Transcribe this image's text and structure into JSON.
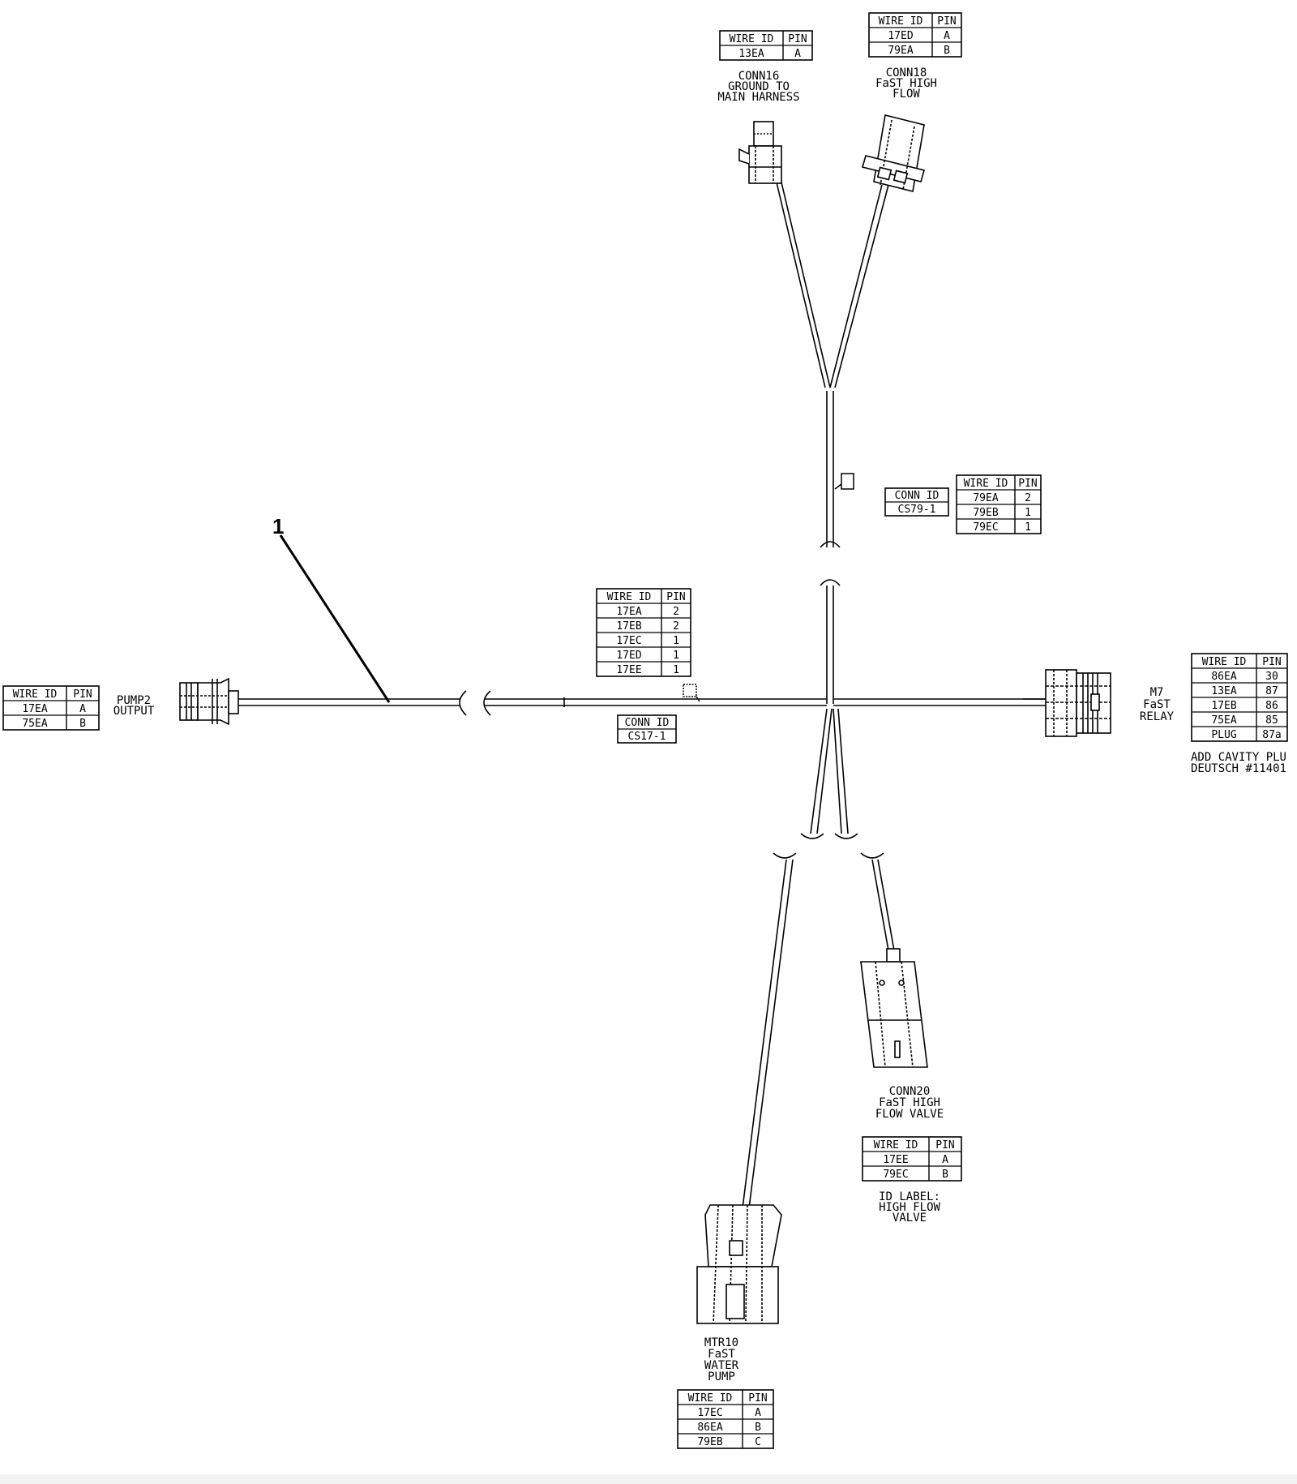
{
  "callout": "1",
  "header_wire": "WIRE ID",
  "header_pin": "PIN",
  "header_conn": "CONN ID",
  "connectors": {
    "conn16": {
      "label": [
        "CONN16",
        "GROUND TO",
        "MAIN HARNESS"
      ],
      "wires": [
        [
          "13EA",
          "A"
        ]
      ]
    },
    "conn18": {
      "label": [
        "CONN18",
        "FaST HIGH",
        "FLOW"
      ],
      "wires": [
        [
          "17ED",
          "A"
        ],
        [
          "79EA",
          "B"
        ]
      ]
    },
    "cs79": {
      "conn_id": "CS79-1",
      "wires": [
        [
          "79EA",
          "2"
        ],
        [
          "79EB",
          "1"
        ],
        [
          "79EC",
          "1"
        ]
      ]
    },
    "cs17": {
      "conn_id": "CS17-1",
      "wires": [
        [
          "17EA",
          "2"
        ],
        [
          "17EB",
          "2"
        ],
        [
          "17EC",
          "1"
        ],
        [
          "17ED",
          "1"
        ],
        [
          "17EE",
          "1"
        ]
      ]
    },
    "pump2": {
      "label": [
        "PUMP2",
        "OUTPUT"
      ],
      "wires": [
        [
          "17EA",
          "A"
        ],
        [
          "75EA",
          "B"
        ]
      ]
    },
    "m7": {
      "label": [
        "M7",
        "FaST",
        "RELAY"
      ],
      "wires": [
        [
          "86EA",
          "30"
        ],
        [
          "13EA",
          "87"
        ],
        [
          "17EB",
          "86"
        ],
        [
          "75EA",
          "85"
        ],
        [
          "PLUG",
          "87a"
        ]
      ],
      "note": [
        "ADD CAVITY PLU",
        "DEUTSCH #11401"
      ]
    },
    "conn20": {
      "label": [
        "CONN20",
        "FaST HIGH",
        "FLOW VALVE"
      ],
      "wires": [
        [
          "17EE",
          "A"
        ],
        [
          "79EC",
          "B"
        ]
      ],
      "note": [
        "ID LABEL:",
        "HIGH FLOW",
        "VALVE"
      ]
    },
    "mtr10": {
      "label": [
        "MTR10",
        "FaST",
        "WATER",
        "PUMP"
      ],
      "wires": [
        [
          "17EC",
          "A"
        ],
        [
          "86EA",
          "B"
        ],
        [
          "79EB",
          "C"
        ]
      ]
    }
  }
}
